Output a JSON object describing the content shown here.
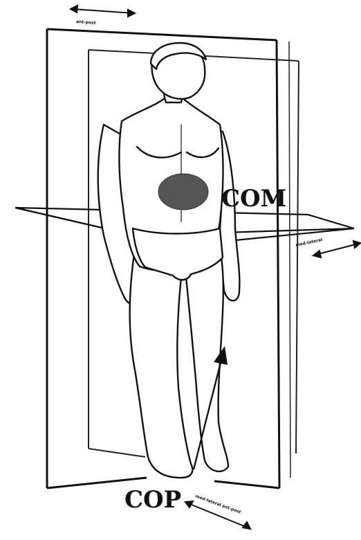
{
  "labels": {
    "com": "COM",
    "cop": "COP",
    "top_arrow_text": "ant-post",
    "right_arrow_text": "med-lateral",
    "bottom_arrow_text": "med-lateral ant-post"
  },
  "colors": {
    "line": "#111111",
    "com_marker": "#555555",
    "background": "#ffffff"
  }
}
